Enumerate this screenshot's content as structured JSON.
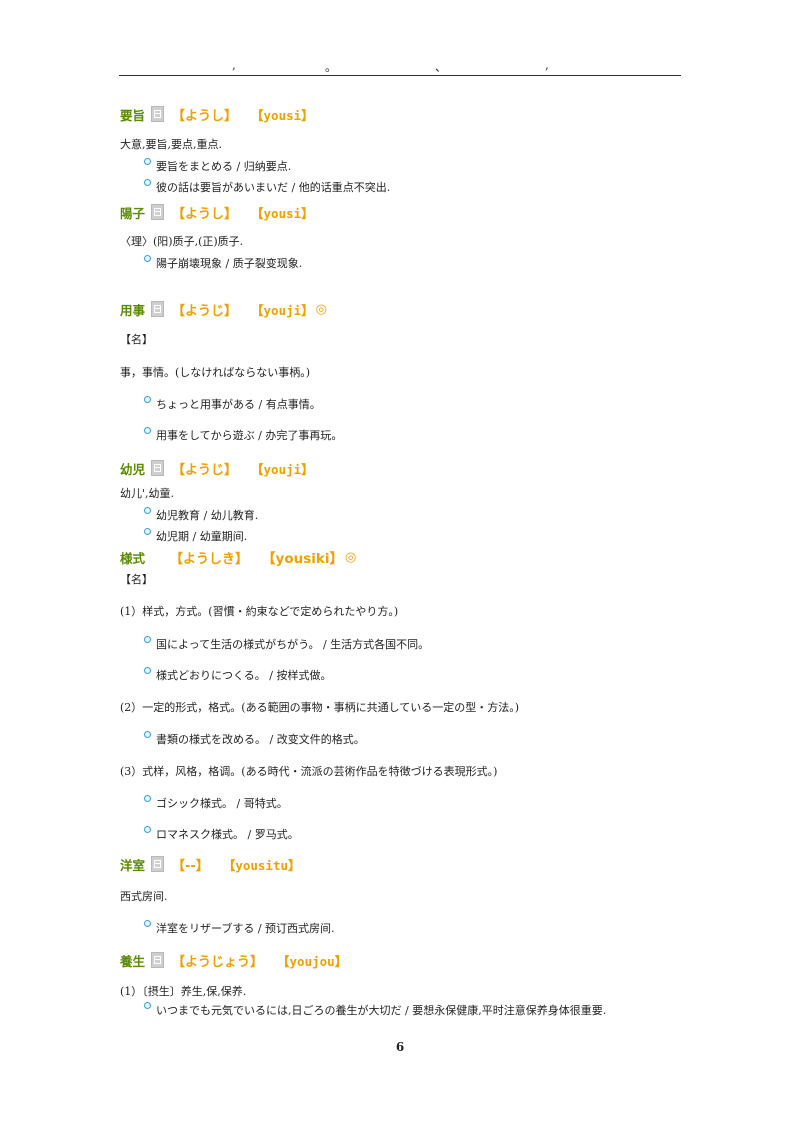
{
  "header": {
    "marks": [
      ",",
      "。",
      "、",
      ","
    ]
  },
  "entries": [
    {
      "word": "要旨",
      "reading": "【ようし】",
      "romaji": "【yousi】",
      "mark": "",
      "lines": [
        "大意,要旨,要点,重点."
      ],
      "examples": [
        "要旨をまとめる / 归纳要点.",
        "彼の話は要旨があいまいだ / 他的话重点不突出."
      ]
    },
    {
      "word": "陽子",
      "reading": "【ようし】",
      "romaji": "【yousi】",
      "mark": "",
      "lines": [
        "〈理〉(阳)质子,(正)质子."
      ],
      "examples": [
        "陽子崩壊現象 / 质子裂变现象."
      ]
    },
    {
      "word": "用事",
      "reading": "【ようじ】",
      "romaji": "【youji】",
      "mark": "◎",
      "pos": "【名】",
      "lines": [
        "事，事情。(しなければならない事柄。)"
      ],
      "examples": [
        "ちょっと用事がある / 有点事情。",
        "用事をしてから遊ぶ / 办完了事再玩。"
      ]
    },
    {
      "word": "幼児",
      "reading": "【ようじ】",
      "romaji": "【youji】",
      "mark": "",
      "lines": [
        "幼儿',幼童."
      ],
      "examples": [
        "幼児教育 / 幼儿教育.",
        "幼児期 / 幼童期间."
      ]
    },
    {
      "word": "様式",
      "reading": "【ようしき】",
      "romaji": "【yousiki】",
      "mark": "◎",
      "pos": "【名】",
      "senses": [
        {
          "text": "(1）样式，方式。(習慣・約束などで定められたやり方。)",
          "examples": [
            "国によって生活の様式がちがう。 / 生活方式各国不同。",
            "様式どおりにつくる。 / 按样式做。"
          ]
        },
        {
          "text": "(2）一定的形式，格式。(ある範囲の事物・事柄に共通している一定の型・方法。)",
          "examples": [
            "書類の様式を改める。 / 改变文件的格式。"
          ]
        },
        {
          "text": "(3）式样，风格，格调。(ある時代・流派の芸術作品を特徴づける表現形式。)",
          "examples": [
            "ゴシック様式。 / 哥特式。",
            "ロマネスク様式。 / 罗马式。"
          ]
        }
      ]
    },
    {
      "word": "洋室",
      "reading": "【--】",
      "romaji": "【yousitu】",
      "mark": "",
      "lines": [
        "西式房间."
      ],
      "examples": [
        "洋室をリザーブする / 预订西式房间."
      ]
    },
    {
      "word": "養生",
      "reading": "【ようじょう】",
      "romaji": "【youjou】",
      "mark": "",
      "lines": [
        "(1）〔摂生〕养生,保,保养."
      ],
      "examples": [
        "いつまでも元気でいるには,日ごろの養生が大切だ / 要想永保健康,平时注意保养身体很重要."
      ]
    }
  ],
  "page_number": "6"
}
